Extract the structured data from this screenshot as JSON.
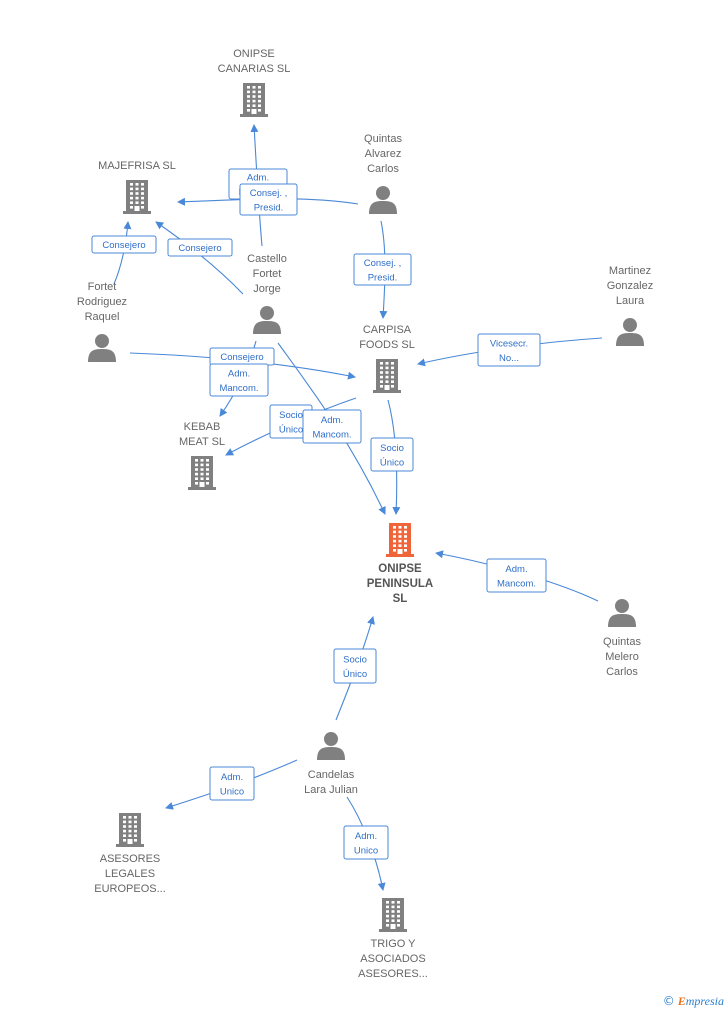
{
  "colors": {
    "accent": "#4a88d8",
    "company": "#808080",
    "main_company": "#f0643a",
    "person": "#808080"
  },
  "nodes": [
    {
      "id": "onipse_canarias",
      "type": "company",
      "label_lines": [
        "ONIPSE",
        "CANARIAS SL"
      ]
    },
    {
      "id": "majefrisa",
      "type": "company",
      "label_lines": [
        "MAJEFRISA  SL"
      ]
    },
    {
      "id": "quintas_alvarez",
      "type": "person",
      "label_lines": [
        "Quintas",
        "Alvarez",
        "Carlos"
      ]
    },
    {
      "id": "castello",
      "type": "person",
      "label_lines": [
        "Castello",
        "Fortet",
        "Jorge"
      ]
    },
    {
      "id": "fortet",
      "type": "person",
      "label_lines": [
        "Fortet",
        "Rodriguez",
        "Raquel"
      ]
    },
    {
      "id": "martinez",
      "type": "person",
      "label_lines": [
        "Martinez",
        "Gonzalez",
        "Laura"
      ]
    },
    {
      "id": "carpisa",
      "type": "company",
      "label_lines": [
        "CARPISA",
        "FOODS  SL"
      ]
    },
    {
      "id": "kebab",
      "type": "company",
      "label_lines": [
        "KEBAB",
        "MEAT  SL"
      ]
    },
    {
      "id": "onipse_peninsula",
      "type": "main",
      "label_lines": [
        "ONIPSE",
        "PENINSULA",
        "SL"
      ]
    },
    {
      "id": "quintas_melero",
      "type": "person",
      "label_lines": [
        "Quintas",
        "Melero",
        "Carlos"
      ]
    },
    {
      "id": "candelas",
      "type": "person",
      "label_lines": [
        "Candelas",
        "Lara Julian"
      ]
    },
    {
      "id": "asesores",
      "type": "company",
      "label_lines": [
        "ASESORES",
        "LEGALES",
        "EUROPEOS..."
      ]
    },
    {
      "id": "trigo",
      "type": "company",
      "label_lines": [
        "TRIGO Y",
        "ASOCIADOS",
        "ASESORES..."
      ]
    }
  ],
  "edges": [
    {
      "from": "castello",
      "to": "onipse_canarias",
      "label_lines": [
        "Adm.",
        "Mancom."
      ]
    },
    {
      "from": "quintas_alvarez",
      "to": "majefrisa",
      "label_lines": [
        "Consej. ,",
        "Presid."
      ]
    },
    {
      "from": "fortet",
      "to": "majefrisa",
      "label_lines": [
        "Consejero"
      ]
    },
    {
      "from": "castello",
      "to": "majefrisa",
      "label_lines": [
        "Consejero"
      ]
    },
    {
      "from": "quintas_alvarez",
      "to": "carpisa",
      "label_lines": [
        "Consej. ,",
        "Presid."
      ]
    },
    {
      "from": "martinez",
      "to": "carpisa",
      "label_lines": [
        "Vicesecr.",
        "No..."
      ]
    },
    {
      "from": "fortet",
      "to": "carpisa",
      "label_lines": [
        "Consejero"
      ]
    },
    {
      "from": "castello",
      "to": "kebab",
      "label_lines": [
        "Adm.",
        "Mancom."
      ]
    },
    {
      "from": "carpisa",
      "to": "kebab",
      "label_lines": [
        "Socio",
        "Único"
      ]
    },
    {
      "from": "castello",
      "to": "onipse_peninsula",
      "label_lines": [
        "Adm.",
        "Mancom."
      ]
    },
    {
      "from": "carpisa",
      "to": "onipse_peninsula",
      "label_lines": [
        "Socio",
        "Único"
      ]
    },
    {
      "from": "quintas_melero",
      "to": "onipse_peninsula",
      "label_lines": [
        "Adm.",
        "Mancom."
      ]
    },
    {
      "from": "candelas",
      "to": "onipse_peninsula",
      "label_lines": [
        "Socio",
        "Único"
      ]
    },
    {
      "from": "candelas",
      "to": "asesores",
      "label_lines": [
        "Adm.",
        "Unico"
      ]
    },
    {
      "from": "candelas",
      "to": "trigo",
      "label_lines": [
        "Adm.",
        "Unico"
      ]
    }
  ],
  "footer": {
    "copyright_symbol": "©",
    "brand_initial": "E",
    "brand_rest": "mpresia"
  }
}
